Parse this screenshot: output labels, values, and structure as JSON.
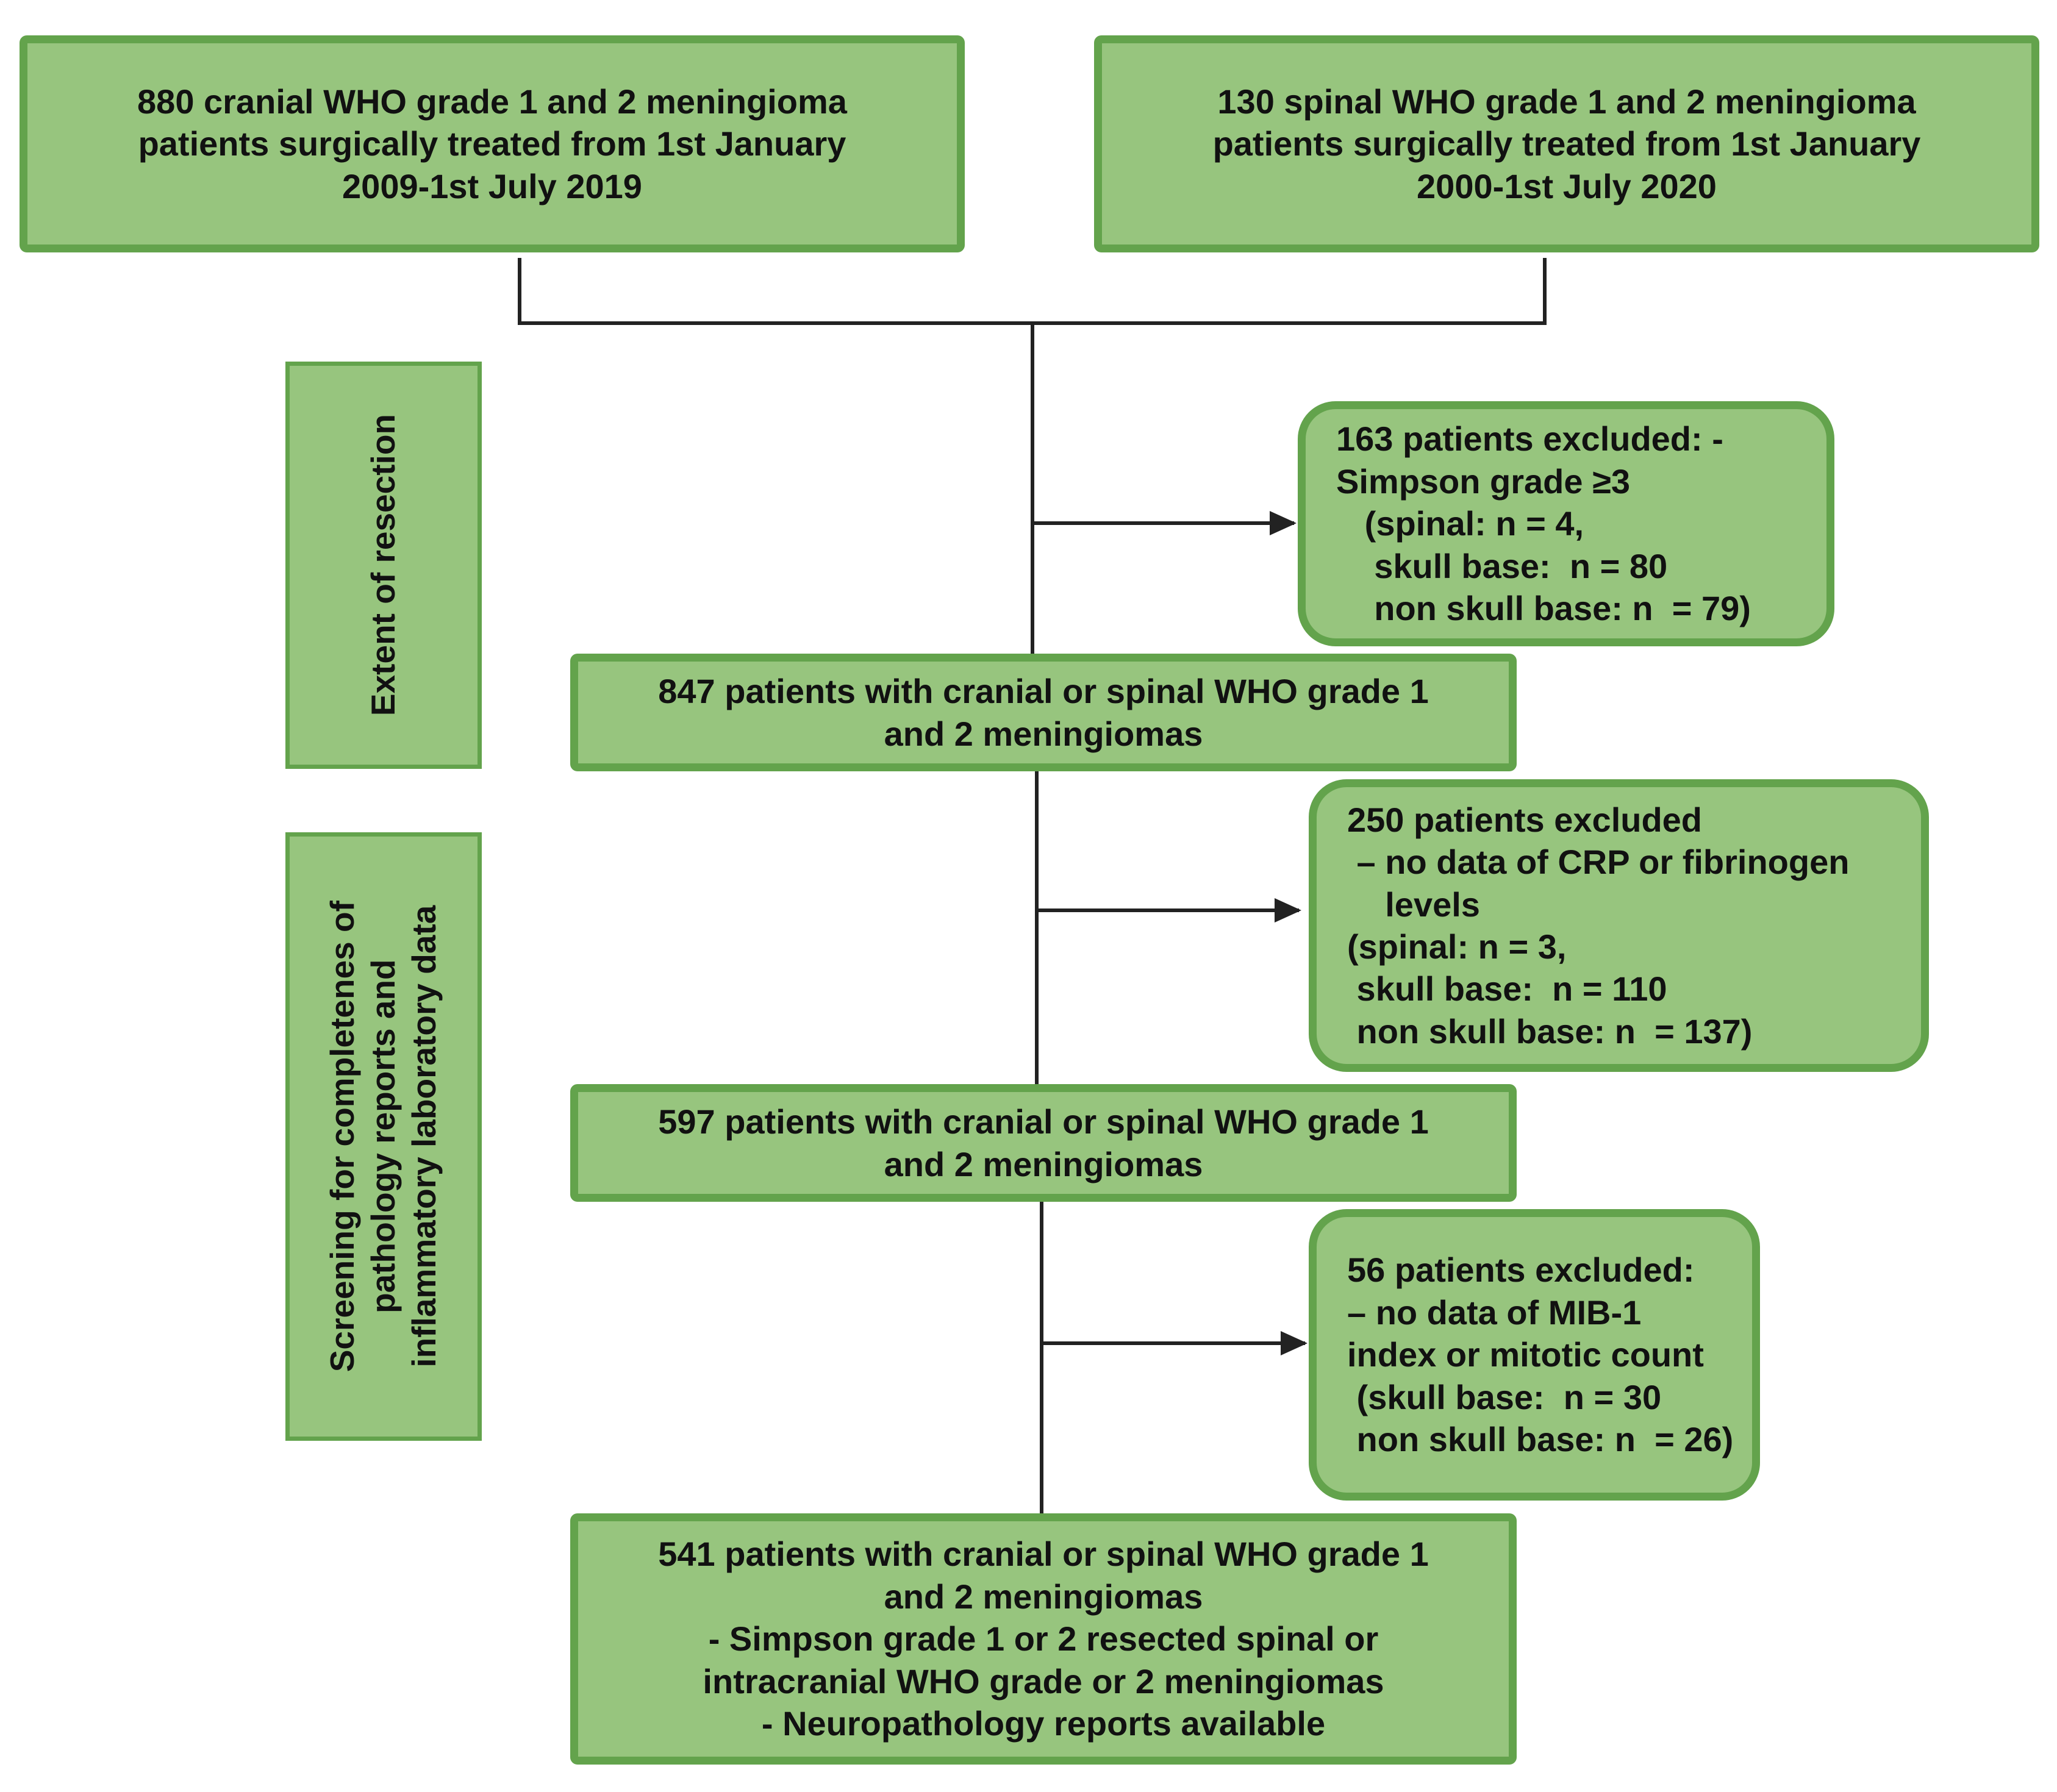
{
  "boxes": {
    "cranial": [
      "880 cranial WHO grade 1 and 2 meningioma",
      "patients surgically treated from 1st January",
      "2009-1st July 2019"
    ],
    "spinal": [
      "130 spinal WHO grade 1 and 2 meningioma",
      "patients surgically treated from 1st January",
      "2000-1st July 2020"
    ],
    "excl1": [
      "163 patients excluded: -",
      "Simpson grade ≥3",
      "   (spinal: n = 4,",
      "    skull base:  n = 80",
      "    non skull base: n  = 79)"
    ],
    "n847": [
      "847 patients with cranial or spinal WHO grade 1",
      "and 2 meningiomas"
    ],
    "excl2": [
      "250 patients excluded",
      " – no data of CRP or fibrinogen",
      "    levels",
      "(spinal: n = 3,",
      " skull base:  n = 110",
      " non skull base: n  = 137)"
    ],
    "n597": [
      "597 patients with cranial or spinal WHO grade 1",
      "and 2 meningiomas"
    ],
    "excl3": [
      "56 patients excluded:",
      "– no data of MIB-1",
      "index or mitotic count",
      " (skull base:  n = 30",
      " non skull base: n  = 26)"
    ],
    "final": [
      "541 patients with cranial or spinal WHO grade 1",
      "and 2 meningiomas",
      "- Simpson grade 1 or 2 resected spinal or",
      "intracranial WHO grade or 2 meningiomas",
      "- Neuropathology reports available"
    ]
  },
  "side_labels": {
    "resection": [
      "Extent of resection"
    ],
    "screening": [
      "Screening for completenes of",
      "pathology reports and",
      "inflammatory laboratory data"
    ]
  },
  "colors": {
    "box_fill": "#97c57e",
    "box_border": "#63a34c",
    "connector": "#222222",
    "text": "#111111"
  }
}
